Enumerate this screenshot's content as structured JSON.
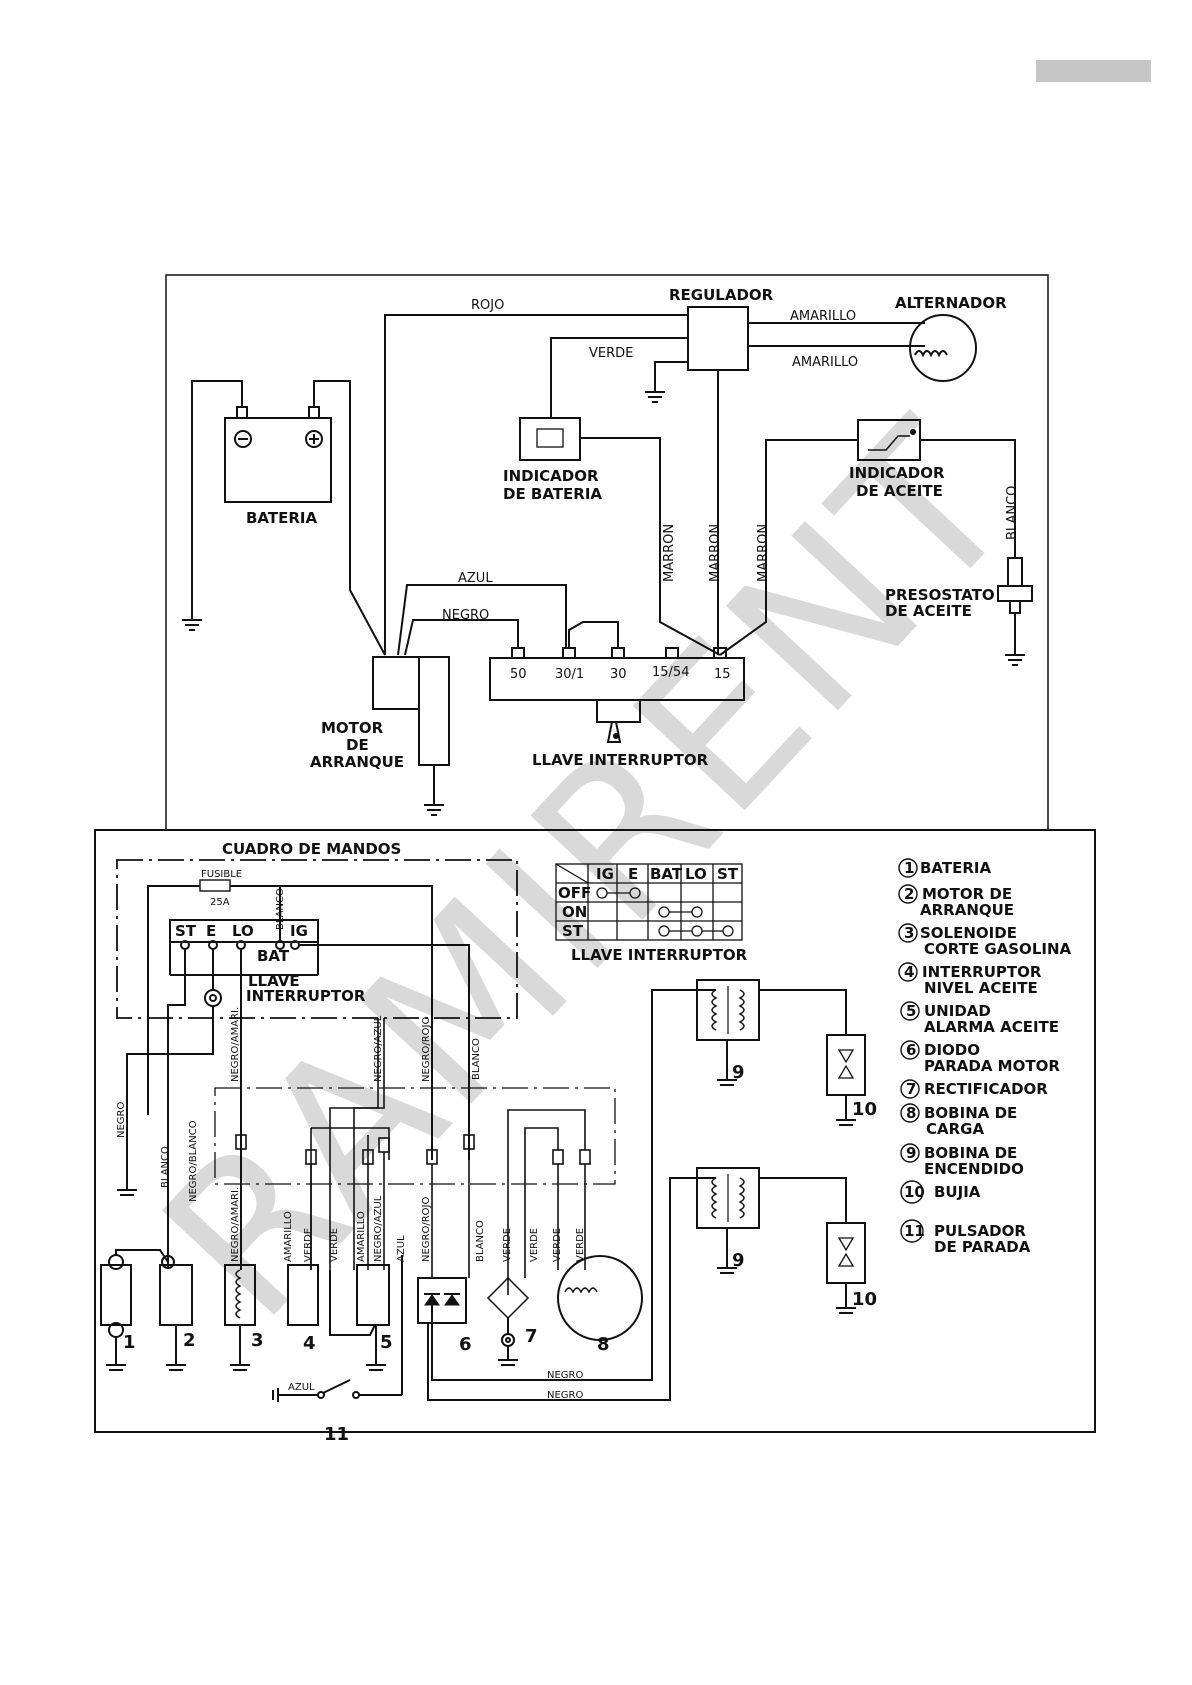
{
  "top_diagram": {
    "components": {
      "regulador": "REGULADOR",
      "alternador": "ALTERNADOR",
      "bateria": "BATERIA",
      "indicador_bateria": [
        "INDICADOR",
        "DE BATERIA"
      ],
      "indicador_aceite": [
        "INDICADOR",
        "DE ACEITE"
      ],
      "presostato": [
        "PRESOSTATO",
        "DE ACEITE"
      ],
      "motor": [
        "MOTOR",
        "DE",
        "ARRANQUE"
      ],
      "llave": "LLAVE INTERRUPTOR"
    },
    "wires": {
      "rojo": "ROJO",
      "verde": "VERDE",
      "amarillo_1": "AMARILLO",
      "amarillo_2": "AMARILLO",
      "azul": "AZUL",
      "negro": "NEGRO",
      "marron_1": "MARRON",
      "marron_2": "MARRON",
      "marron_3": "MARRON",
      "blanco": "BLANCO"
    },
    "terminals": [
      "50",
      "30/1",
      "30",
      "15/54",
      "15"
    ]
  },
  "bottom_diagram": {
    "title": "CUADRO DE MANDOS",
    "fusible": "FUSIBLE",
    "fusible_rating": "25A",
    "switch_terminals": [
      "ST",
      "E",
      "LO",
      "IG"
    ],
    "bat": "BAT",
    "llave": [
      "LLAVE",
      "INTERRUPTOR"
    ],
    "blanco_top": "BLANCO",
    "wire_labels_upper": [
      "NEGRO/AMARI.",
      "NEGRO/AZUL",
      "NEGRO/ROJO",
      "BLANCO"
    ],
    "wire_labels_left": [
      "NEGRO",
      "BLANCO",
      "NEGRO/BLANCO"
    ],
    "wire_labels_lower": [
      "NEGRO/AMARI.",
      "AMARILLO",
      "VERDE",
      "VERDE",
      "AMARILLO",
      "NEGRO/AZUL",
      "AZUL",
      "NEGRO/ROJO",
      "BLANCO",
      "VERDE",
      "VERDE",
      "VERDE",
      "VERDE"
    ],
    "negro_1": "NEGRO",
    "negro_2": "NEGRO",
    "azul_pulsador": "AZUL",
    "component_numbers": [
      "1",
      "2",
      "3",
      "4",
      "5",
      "6",
      "7",
      "8",
      "9",
      "9",
      "10",
      "10",
      "11"
    ]
  },
  "switch_table": {
    "headers": [
      "IG",
      "E",
      "BAT",
      "LO",
      "ST"
    ],
    "rows": [
      "OFF",
      "ON",
      "ST"
    ],
    "caption": "LLAVE INTERRUPTOR"
  },
  "legend": [
    {
      "num": "1",
      "lines": [
        "BATERIA"
      ]
    },
    {
      "num": "2",
      "lines": [
        "MOTOR DE",
        "ARRANQUE"
      ]
    },
    {
      "num": "3",
      "lines": [
        "SOLENOIDE",
        "CORTE GASOLINA"
      ]
    },
    {
      "num": "4",
      "lines": [
        "INTERRUPTOR",
        "NIVEL ACEITE"
      ]
    },
    {
      "num": "5",
      "lines": [
        "UNIDAD",
        "ALARMA ACEITE"
      ]
    },
    {
      "num": "6",
      "lines": [
        "DIODO",
        "PARADA MOTOR"
      ]
    },
    {
      "num": "7",
      "lines": [
        "RECTIFICADOR"
      ]
    },
    {
      "num": "8",
      "lines": [
        "BOBINA DE",
        "CARGA"
      ]
    },
    {
      "num": "9",
      "lines": [
        "BOBINA DE",
        "ENCENDIDO"
      ]
    },
    {
      "num": "10",
      "lines": [
        "BUJIA"
      ]
    },
    {
      "num": "11",
      "lines": [
        "PULSADOR",
        "DE PARADA"
      ]
    }
  ],
  "watermark": "RAMIRENT"
}
